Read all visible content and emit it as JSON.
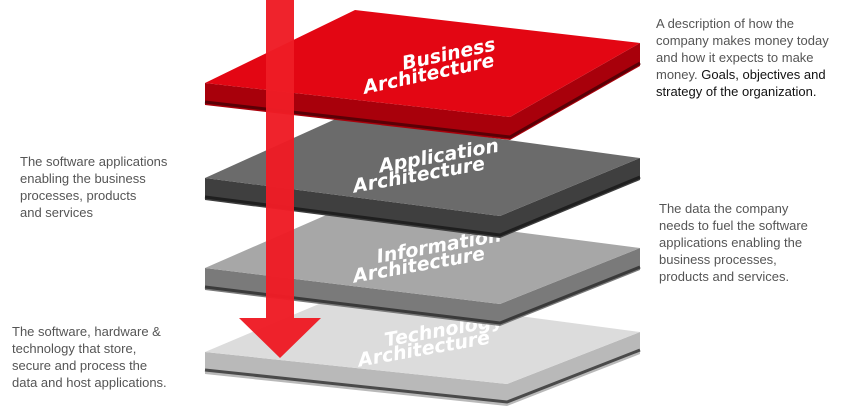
{
  "layers": [
    {
      "id": "business",
      "line1": "Business",
      "line2": "Architecture",
      "top": "#e30613",
      "side": "#a8000b",
      "edge": "#5a0006",
      "text_fill": "#ffffff"
    },
    {
      "id": "application",
      "line1": "Application",
      "line2": "Architecture",
      "top": "#6b6b6b",
      "side": "#3f3f3f",
      "edge": "#1f1f1f",
      "text_fill": "#ffffff"
    },
    {
      "id": "information",
      "line1": "Information",
      "line2": "Architecture",
      "top": "#a7a7a7",
      "side": "#7a7a7a",
      "edge": "#3a3a3a",
      "text_fill": "#f2f2f2"
    },
    {
      "id": "technology",
      "line1": "Technology",
      "line2": "Architecture",
      "top": "#dcdcdc",
      "side": "#b9b9b9",
      "edge": "#4a4a4a",
      "text_fill": "#f7f7f7"
    }
  ],
  "arrow_color": "#ee1c25",
  "descriptions": {
    "business": {
      "lines": [
        "A description of how the",
        "company makes money today",
        "and how it expects to make",
        "money."
      ],
      "emphasis_inline": "Goals, objectives and",
      "emphasis_line": "strategy of the organization."
    },
    "application": [
      "The software applications",
      "enabling the business",
      "processes, products",
      "and services"
    ],
    "information": [
      "The data the company",
      "needs to fuel the software",
      "applications enabling the",
      "business processes,",
      "products and services."
    ],
    "technology": [
      "The software, hardware &",
      "technology that store,",
      "secure and process the",
      "data and host applications."
    ]
  }
}
